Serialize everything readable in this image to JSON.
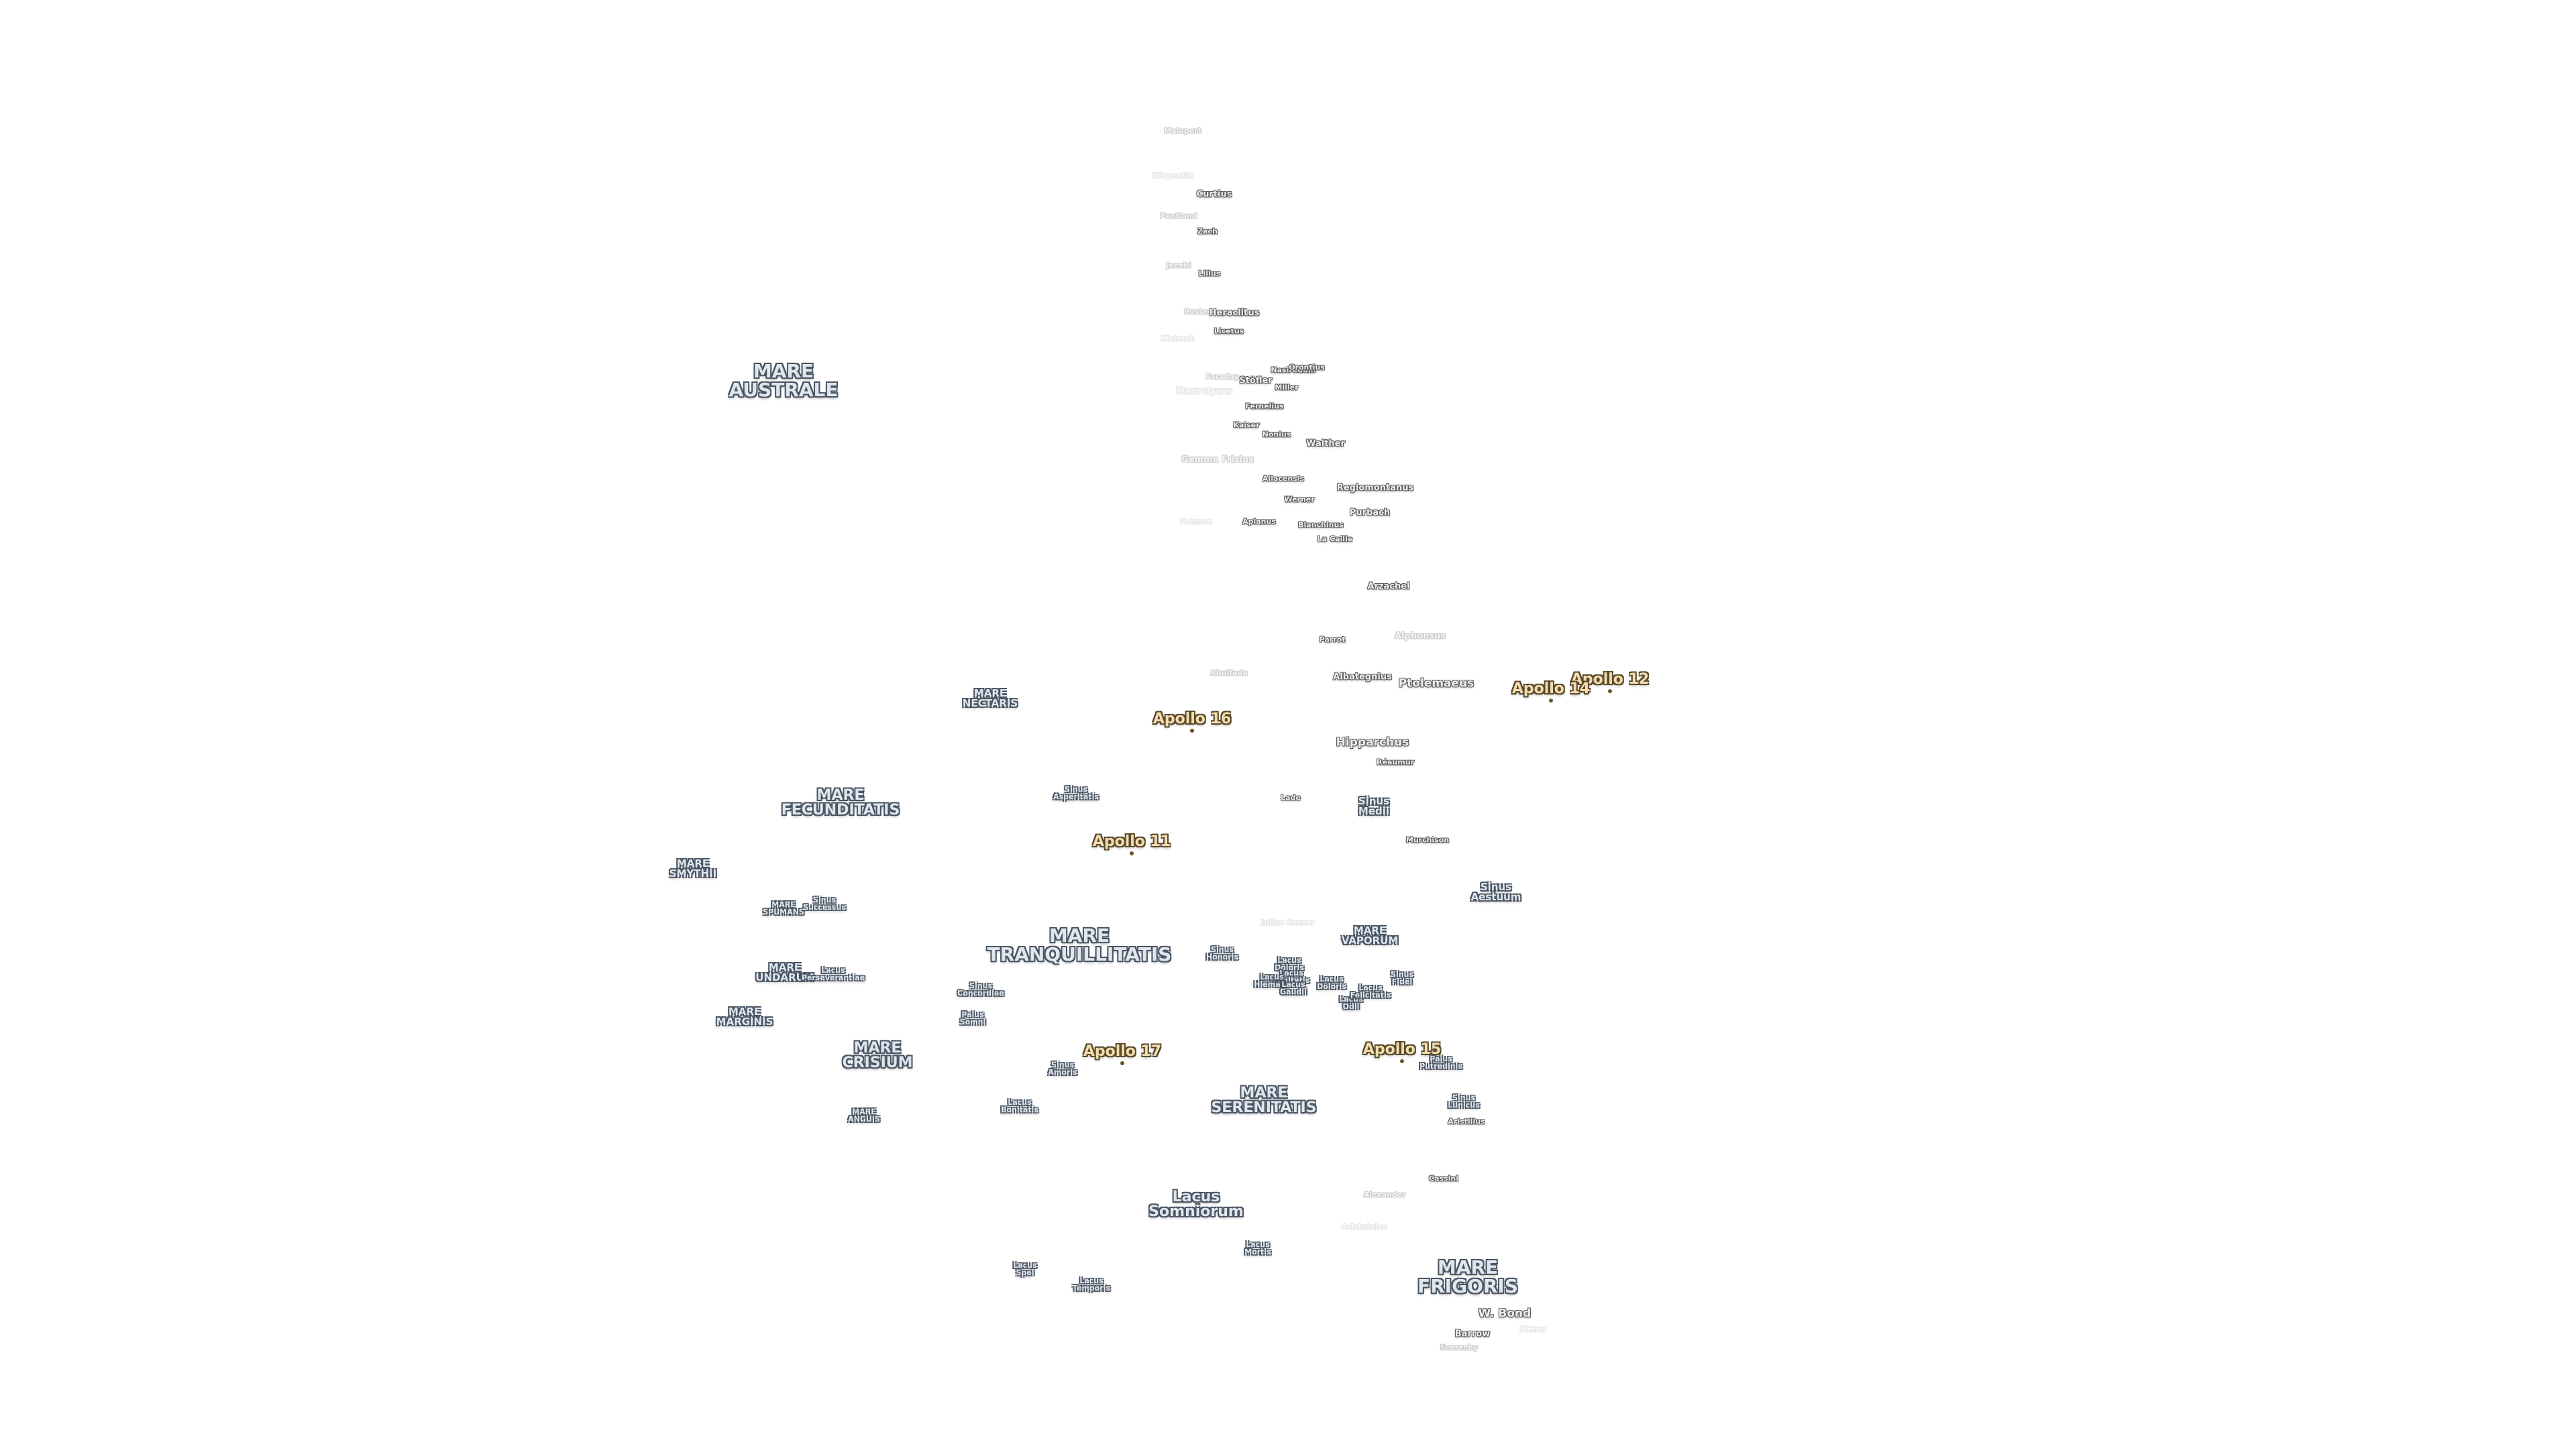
{
  "labels": [
    {
      "id": "malapert",
      "text": "Malapert",
      "cls": "crater c3 faint"
    },
    {
      "id": "wirgentin",
      "text": "Wirgentin",
      "cls": "crater c3 vfaint"
    },
    {
      "id": "curtius",
      "text": "Curtius",
      "cls": "crater c2"
    },
    {
      "id": "pentland",
      "text": "Pentland",
      "cls": "crater c3 faint"
    },
    {
      "id": "zach",
      "text": "Zach",
      "cls": "crater c3"
    },
    {
      "id": "jacobi",
      "text": "Jacobi",
      "cls": "crater c3 faint"
    },
    {
      "id": "lilius",
      "text": "Lilius",
      "cls": "crater c3"
    },
    {
      "id": "cuvier",
      "text": "Cuvier",
      "cls": "crater c3 faint"
    },
    {
      "id": "heraclitus",
      "text": "Heraclitus",
      "cls": "crater c2"
    },
    {
      "id": "licetus",
      "text": "Licetus",
      "cls": "crater c3"
    },
    {
      "id": "clairaut",
      "text": "Clairaut",
      "cls": "crater c3 vfaint"
    },
    {
      "id": "faraday",
      "text": "Faraday",
      "cls": "crater c3 faint"
    },
    {
      "id": "stofler",
      "text": "Stöfler",
      "cls": "crater c2"
    },
    {
      "id": "nasireddin",
      "text": "Nasireddin",
      "cls": "crater c3"
    },
    {
      "id": "orontius",
      "text": "Orontius",
      "cls": "crater c3"
    },
    {
      "id": "maurolycus",
      "text": "Maurolycus",
      "cls": "crater c2 vfaint"
    },
    {
      "id": "miller",
      "text": "Miller",
      "cls": "crater c3"
    },
    {
      "id": "fernelius",
      "text": "Fernelius",
      "cls": "crater c3"
    },
    {
      "id": "kaiser",
      "text": "Kaiser",
      "cls": "crater c3"
    },
    {
      "id": "nonius",
      "text": "Nonius",
      "cls": "crater c3"
    },
    {
      "id": "walther",
      "text": "Walther",
      "cls": "crater c2"
    },
    {
      "id": "gemma-frisius",
      "text": "Gemma Frisius",
      "cls": "crater c2 faint"
    },
    {
      "id": "aliacensis",
      "text": "Aliacensis",
      "cls": "crater c3"
    },
    {
      "id": "regiomontanus",
      "text": "Regiomontanus",
      "cls": "crater c2"
    },
    {
      "id": "werner",
      "text": "Werner",
      "cls": "crater c3"
    },
    {
      "id": "purbach",
      "text": "Purbach",
      "cls": "crater c2"
    },
    {
      "id": "poisson",
      "text": "Poisson",
      "cls": "crater c3 vfaint"
    },
    {
      "id": "apianus",
      "text": "Apianus",
      "cls": "crater c3"
    },
    {
      "id": "blanchinus",
      "text": "Blanchinus",
      "cls": "crater c3"
    },
    {
      "id": "la-caille",
      "text": "La Caille",
      "cls": "crater c3"
    },
    {
      "id": "arzachel",
      "text": "Arzachel",
      "cls": "crater c2"
    },
    {
      "id": "parrot",
      "text": "Parrot",
      "cls": "crater c3"
    },
    {
      "id": "alphonsus",
      "text": "Alphonsus",
      "cls": "crater c2 faint"
    },
    {
      "id": "abulfeda",
      "text": "Abulfeda",
      "cls": "crater c3 faint"
    },
    {
      "id": "albategnius",
      "text": "Albategnius",
      "cls": "crater c2"
    },
    {
      "id": "ptolemaeus",
      "text": "Ptolemaeus",
      "cls": "crater c1"
    },
    {
      "id": "hipparchus",
      "text": "Hipparchus",
      "cls": "crater c1"
    },
    {
      "id": "reaumur",
      "text": "Réaumur",
      "cls": "crater c3"
    },
    {
      "id": "lade",
      "text": "Lade",
      "cls": "crater c3"
    },
    {
      "id": "murchison",
      "text": "Murchison",
      "cls": "crater c3"
    },
    {
      "id": "julius-caesar",
      "text": "Julius Caesar",
      "cls": "crater c3 vfaint"
    },
    {
      "id": "alexander",
      "text": "Alexander",
      "cls": "crater c3 faint"
    },
    {
      "id": "aristoteles-faint",
      "text": "Aristoteles",
      "cls": "crater c3 vfaint"
    },
    {
      "id": "cassini",
      "text": "Cassini",
      "cls": "crater c3"
    },
    {
      "id": "aristillus",
      "text": "Aristillus",
      "cls": "crater c3"
    },
    {
      "id": "w-bond",
      "text": "W. Bond",
      "cls": "crater c1"
    },
    {
      "id": "barrow",
      "text": "Barrow",
      "cls": "crater c2"
    },
    {
      "id": "scoresby",
      "text": "Scoresby",
      "cls": "crater c3 faint"
    },
    {
      "id": "meton",
      "text": "Meton",
      "cls": "crater c3 vfaint"
    },
    {
      "id": "mare-australe",
      "text": "MARE\nAUSTRALE",
      "cls": "sea big"
    },
    {
      "id": "mare-nectaris",
      "text": "MARE\nNECTARIS",
      "cls": "sea sm"
    },
    {
      "id": "mare-fecunditatis",
      "text": "MARE\nFECUNDITATIS",
      "cls": "sea mid"
    },
    {
      "id": "mare-smythii",
      "text": "MARE\nSMYTHII",
      "cls": "sea sm"
    },
    {
      "id": "mare-spumans",
      "text": "MARE\nSPUMANS",
      "cls": "sea xs"
    },
    {
      "id": "sinus-successus",
      "text": "Sinus\nSuccessus",
      "cls": "sea xs"
    },
    {
      "id": "mare-undarum",
      "text": "MARE\nUNDARUM",
      "cls": "sea sm"
    },
    {
      "id": "lacus-perseverantiae",
      "text": "Lacus\nPerseverantiae",
      "cls": "sea xs"
    },
    {
      "id": "mare-marginis",
      "text": "MARE\nMARGINIS",
      "cls": "sea sm"
    },
    {
      "id": "mare-crisium",
      "text": "MARE\nCRISIUM",
      "cls": "sea mid"
    },
    {
      "id": "mare-anguis",
      "text": "MARE\nANGUIS",
      "cls": "sea xs"
    },
    {
      "id": "sinus-asperitatis",
      "text": "Sinus\nAsperitatis",
      "cls": "sea xs"
    },
    {
      "id": "mare-tranquillitatis",
      "text": "MARE\nTRANQUILLITATIS",
      "cls": "sea big"
    },
    {
      "id": "sinus-concordiae",
      "text": "Sinus\nConcordiae",
      "cls": "sea xs"
    },
    {
      "id": "palus-somni",
      "text": "Palus\nSomni",
      "cls": "sea xs"
    },
    {
      "id": "sinus-amoris",
      "text": "Sinus\nAmoris",
      "cls": "sea xs"
    },
    {
      "id": "lacus-bonitatis",
      "text": "Lacus\nBonitatis",
      "cls": "sea xs"
    },
    {
      "id": "mare-serenitatis",
      "text": "MARE\nSERENITATIS",
      "cls": "sea mid"
    },
    {
      "id": "sinus-honoris",
      "text": "Sinus\nHonoris",
      "cls": "sea xs"
    },
    {
      "id": "sinus-medii",
      "text": "Sinus\nMedii",
      "cls": "sea sm"
    },
    {
      "id": "sinus-aestuum",
      "text": "Sinus\nAestuum",
      "cls": "sea sm"
    },
    {
      "id": "mare-vaporum",
      "text": "MARE\nVAPORUM",
      "cls": "sea sm"
    },
    {
      "id": "lacus-doloris",
      "text": "Lacus\nDoloris",
      "cls": "sea xs"
    },
    {
      "id": "lacus-lenitatis",
      "text": "Lacus\nLenitatis",
      "cls": "sea xs"
    },
    {
      "id": "lacus-hiemalis",
      "text": "Lacus\nHiemalis",
      "cls": "sea xs"
    },
    {
      "id": "lacus-gaudii",
      "text": "Lacus\nGaudii",
      "cls": "sea xs"
    },
    {
      "id": "lacus-odii",
      "text": "Lacus\nOdii",
      "cls": "sea xs"
    },
    {
      "id": "lacus-doloris-2",
      "text": "Lacus\nDoloris",
      "cls": "sea xs"
    },
    {
      "id": "lacus-felicitatis",
      "text": "Lacus\nFelicitatis",
      "cls": "sea xs"
    },
    {
      "id": "sinus-fidei",
      "text": "Sinus\nFidei",
      "cls": "sea xs"
    },
    {
      "id": "palus-putredinis",
      "text": "Palus\nPutredinis",
      "cls": "sea xs"
    },
    {
      "id": "sinus-lunicus",
      "text": "Sinus\nLunicus",
      "cls": "sea xs"
    },
    {
      "id": "lacus-somniorum",
      "text": "Lacus\nSomniorum",
      "cls": "sea mid"
    },
    {
      "id": "lacus-mortis",
      "text": "Lacus\nMortis",
      "cls": "sea xs"
    },
    {
      "id": "lacus-spei",
      "text": "Lacus\nSpei",
      "cls": "sea xs"
    },
    {
      "id": "lacus-temporis",
      "text": "Lacus\nTemporis",
      "cls": "sea xs"
    },
    {
      "id": "mare-frigoris",
      "text": "MARE\nFRIGORIS",
      "cls": "sea big"
    },
    {
      "id": "apollo-12",
      "text": "Apollo 12",
      "cls": "apollo"
    },
    {
      "id": "apollo-14",
      "text": "Apollo 14",
      "cls": "apollo"
    },
    {
      "id": "apollo-16",
      "text": "Apollo 16",
      "cls": "apollo"
    },
    {
      "id": "apollo-11",
      "text": "Apollo 11",
      "cls": "apollo"
    },
    {
      "id": "apollo-17",
      "text": "Apollo 17",
      "cls": "apollo"
    },
    {
      "id": "apollo-15",
      "text": "Apollo 15",
      "cls": "apollo"
    }
  ]
}
